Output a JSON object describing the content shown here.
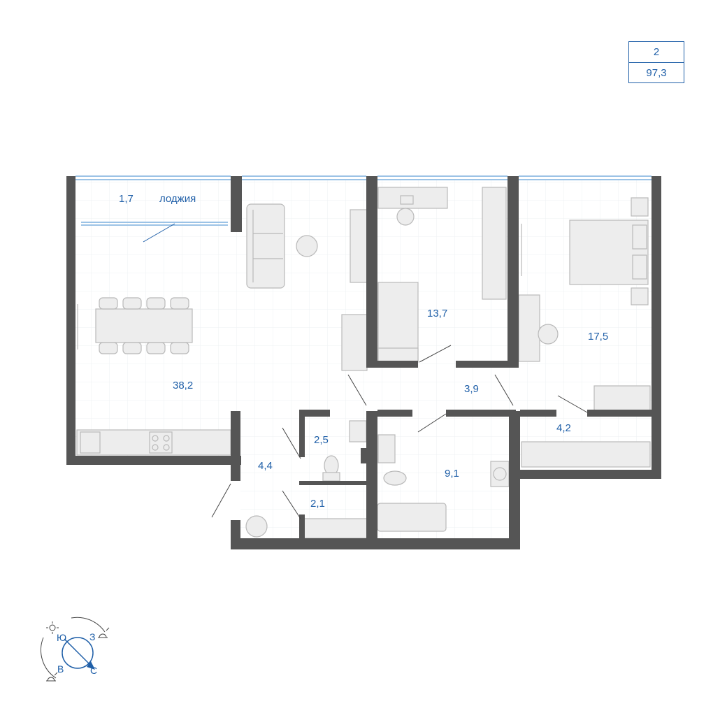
{
  "info": {
    "rooms": "2",
    "area": "97,3"
  },
  "rooms": [
    {
      "id": "loggia-area",
      "area": "1,7"
    },
    {
      "id": "loggia-name",
      "name": "лоджия"
    },
    {
      "id": "living",
      "area": "38,2"
    },
    {
      "id": "bedroom-1",
      "area": "13,7"
    },
    {
      "id": "bedroom-2",
      "area": "17,5"
    },
    {
      "id": "corridor",
      "area": "3,9"
    },
    {
      "id": "wardrobe",
      "area": "4,2"
    },
    {
      "id": "wc",
      "area": "2,5"
    },
    {
      "id": "hall",
      "area": "4,4"
    },
    {
      "id": "storage",
      "area": "2,1"
    },
    {
      "id": "bathroom",
      "area": "9,1"
    }
  ],
  "compass": {
    "south": "Ю",
    "west": "З",
    "east": "В",
    "north": "С"
  },
  "colors": {
    "wall": "#555555",
    "accent": "#1f5fa8",
    "furniture_fill": "#ededed",
    "furniture_stroke": "#b9b9b9",
    "grid": "#eef0f3",
    "window": "#9cc3e6"
  }
}
